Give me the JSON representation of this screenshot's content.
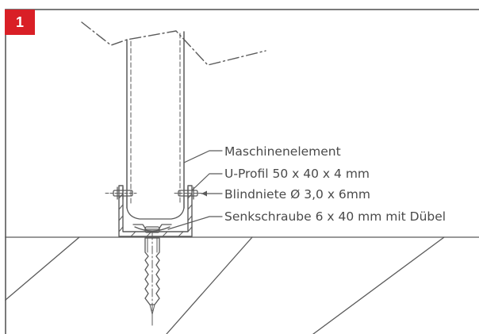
{
  "figure": {
    "number": "1",
    "badge_color": "#d91f26",
    "line_color": "#5a5a5a"
  },
  "annotations": {
    "machine_element": "Maschinenelement",
    "u_profile": "U-Profil 50 x 40 x 4 mm",
    "blind_rivet": "Blindniete Ø 3,0 x 6mm",
    "countersunk_screw": "Senkschraube 6 x 40 mm mit Dübel"
  }
}
